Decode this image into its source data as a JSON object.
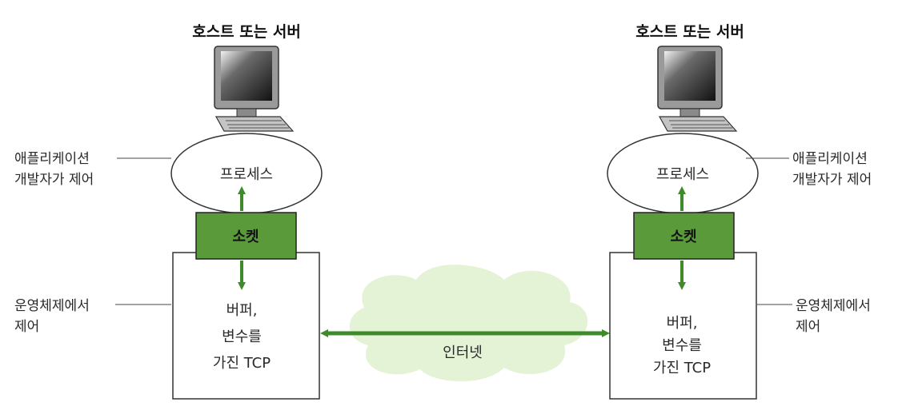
{
  "diagram": {
    "left_host": {
      "title": "호스트 또는 서버",
      "process": "프로세스",
      "socket": "소켓",
      "tcp_lines": [
        "버퍼,",
        "변수를",
        "가진 TCP"
      ],
      "app_label_lines": [
        "애플리케이션",
        "개발자가 제어"
      ],
      "os_label_lines": [
        "운영체제에서",
        "제어"
      ]
    },
    "right_host": {
      "title": "호스트 또는 서버",
      "process": "프로세스",
      "socket": "소켓",
      "tcp_lines": [
        "버퍼,",
        "변수를",
        "가진 TCP"
      ],
      "app_label_lines": [
        "애플리케이션",
        "개발자가 제어"
      ],
      "os_label_lines": [
        "운영체제에서",
        "제어"
      ]
    },
    "network_label": "인터넷",
    "colors": {
      "socket_fill": "#5a9a3a",
      "arrow": "#3f8a2a",
      "cloud": "#e4f2d6"
    }
  }
}
